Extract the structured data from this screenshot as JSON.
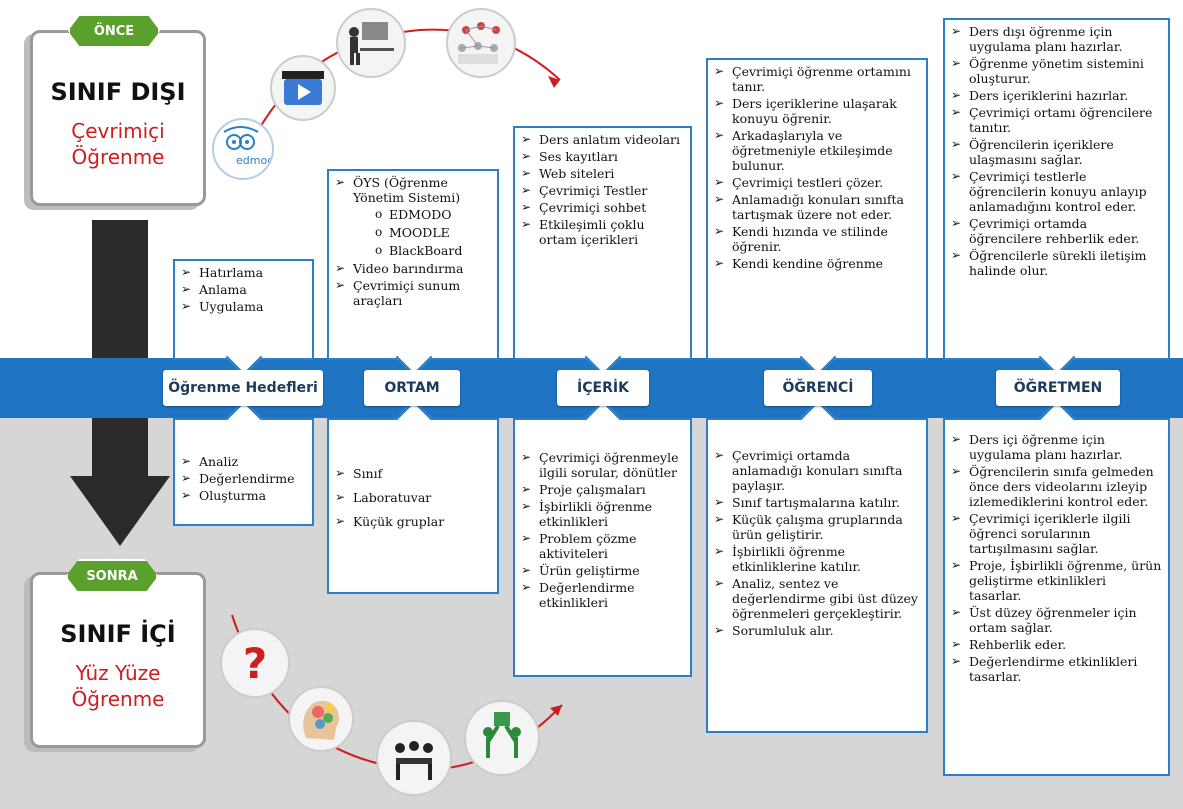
{
  "phases": {
    "before": {
      "tag": "ÖNCE",
      "title": "SINIF DIŞI",
      "subtitle_line1": "Çevrimiçi",
      "subtitle_line2": "Öğrenme"
    },
    "after": {
      "tag": "SONRA",
      "title": "SINIF İÇİ",
      "subtitle_line1": "Yüz Yüze",
      "subtitle_line2": "Öğrenme"
    }
  },
  "band_labels": {
    "goals": "Öğrenme Hedefleri",
    "environment": "ORTAM",
    "content": "İÇERİK",
    "student": "ÖĞRENCİ",
    "teacher": "ÖĞRETMEN"
  },
  "icons": {
    "edmodo_text": "edmod",
    "top": [
      "edmodo-logo-icon",
      "video-clapper-icon",
      "computer-user-icon",
      "crowd-network-icon"
    ],
    "bottom": [
      "question-mark-icon",
      "brain-gears-icon",
      "group-meeting-icon",
      "puzzle-team-icon"
    ]
  },
  "goals": {
    "top": [
      "Hatırlama",
      "Anlama",
      "Uygulama"
    ],
    "bottom": [
      "Analiz",
      "Değerlendirme",
      "Oluşturma"
    ]
  },
  "environment": {
    "top_first": "ÖYS (Öğrenme Yönetim Sistemi)",
    "top_sub": [
      "EDMODO",
      "MOODLE",
      "BlackBoard"
    ],
    "top_rest": [
      "Video barındırma",
      "Çevrimiçi sunum araçları"
    ],
    "bottom": [
      "Sınıf",
      "Laboratuvar",
      "Küçük gruplar"
    ]
  },
  "content": {
    "top": [
      "Ders anlatım videoları",
      "Ses kayıtları",
      "Web siteleri",
      "Çevrimiçi Testler",
      "Çevrimiçi sohbet",
      "Etkileşimli çoklu ortam içerikleri"
    ],
    "bottom": [
      "Çevrimiçi öğrenmeyle ilgili sorular, dönütler",
      "Proje çalışmaları",
      "İşbirlikli öğrenme etkinlikleri",
      "Problem çözme aktiviteleri",
      "Ürün geliştirme",
      "Değerlendirme etkinlikleri"
    ]
  },
  "student": {
    "top": [
      "Çevrimiçi öğrenme ortamını tanır.",
      "Ders içeriklerine ulaşarak konuyu öğrenir.",
      "Arkadaşlarıyla ve öğretmeniyle etkileşimde bulunur.",
      "Çevrimiçi testleri çözer.",
      "Anlamadığı konuları sınıfta tartışmak üzere not eder.",
      "Kendi hızında ve stilinde öğrenir.",
      "Kendi kendine öğrenme"
    ],
    "bottom": [
      "Çevrimiçi ortamda anlamadığı konuları sınıfta paylaşır.",
      "Sınıf tartışmalarına katılır.",
      "Küçük çalışma gruplarında ürün geliştirir.",
      "İşbirlikli öğrenme etkinliklerine katılır.",
      "Analiz, sentez ve değerlendirme gibi üst düzey öğrenmeleri gerçekleştirir.",
      "Sorumluluk alır."
    ]
  },
  "teacher": {
    "top": [
      "Ders dışı öğrenme için uygulama planı hazırlar.",
      "Öğrenme yönetim sistemini oluşturur.",
      "Ders içeriklerini hazırlar.",
      "Çevrimiçi ortamı öğrencilere tanıtır.",
      "Öğrencilerin içeriklere ulaşmasını sağlar.",
      "Çevrimiçi testlerle öğrencilerin konuyu anlayıp anlamadığını kontrol eder.",
      "Çevrimiçi ortamda öğrencilere rehberlik eder.",
      "Öğrencilerle sürekli iletişim halinde olur."
    ],
    "bottom": [
      "Ders içi öğrenme için uygulama planı hazırlar.",
      "Öğrencilerin sınıfa gelmeden önce ders videolarını izleyip izlemediklerini kontrol eder.",
      "Çevrimiçi içeriklerle ilgili öğrenci sorularının tartışılmasını sağlar.",
      "Proje, İşbirlikli öğrenme, ürün geliştirme etkinlikleri tasarlar.",
      "Üst düzey öğrenmeler için ortam sağlar.",
      "Rehberlik eder.",
      "Değerlendirme etkinlikleri tasarlar."
    ]
  },
  "colors": {
    "band": "#1f74c4",
    "box_border": "#2b7fc6",
    "tag": "#5aa02c",
    "accent_red": "#d01d1d",
    "bottom_bg": "#d6d6d6"
  }
}
